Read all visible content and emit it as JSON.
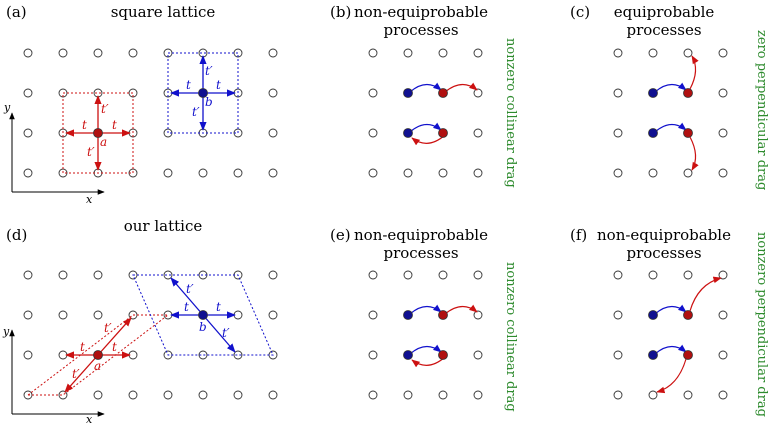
{
  "panels": [
    {
      "id": "a",
      "label": "(a)",
      "title": [
        "square lattice"
      ]
    },
    {
      "id": "b",
      "label": "(b)",
      "title": [
        "non-equiprobable",
        "processes"
      ],
      "side": "nonzero collinear drag"
    },
    {
      "id": "c",
      "label": "(c)",
      "title": [
        "equiprobable",
        "processes"
      ],
      "side": "zero perpendicular drag"
    },
    {
      "id": "d",
      "label": "(d)",
      "title": [
        "our lattice"
      ]
    },
    {
      "id": "e",
      "label": "(e)",
      "title": [
        "non-equiprobable",
        "processes"
      ],
      "side": "nonzero collinear drag"
    },
    {
      "id": "f",
      "label": "(f)",
      "title": [
        "non-equiprobable",
        "processes"
      ],
      "side": "nonzero perpendicular drag"
    }
  ],
  "lattice_labels": {
    "t": "t",
    "t_prime": "t′",
    "site_a": "a",
    "site_b": "b",
    "axis_x": "x",
    "axis_y": "y"
  },
  "colors": {
    "red": "#cc1111",
    "blue": "#1111cc",
    "green": "#2e8b2e",
    "site_fill_red": "#b01010",
    "site_fill_blue": "#101090"
  }
}
